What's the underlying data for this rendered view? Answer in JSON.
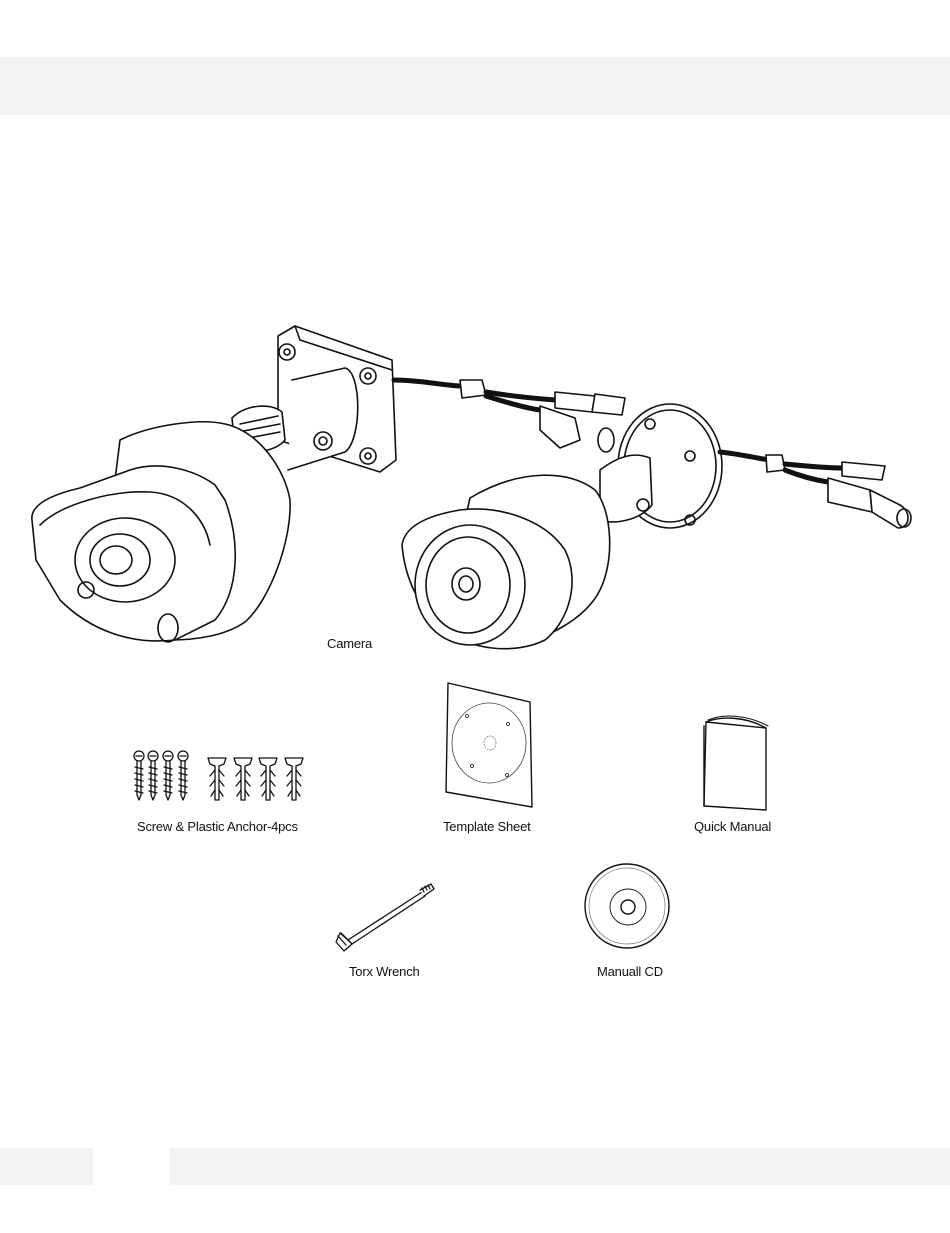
{
  "items": {
    "camera": "Camera",
    "screw": "Screw & Plastic Anchor-4pcs",
    "template": "Template Sheet",
    "manual": "Quick Manual",
    "wrench": "Torx Wrench",
    "cd": "Manuall CD"
  }
}
